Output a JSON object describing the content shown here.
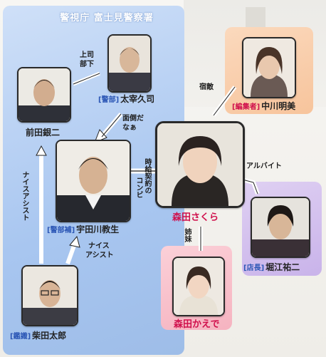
{
  "groups": {
    "police": "警視庁 富士見警察署"
  },
  "people": {
    "dazai": {
      "role": "[警部]",
      "name": "太宰久司"
    },
    "maeda": {
      "role": "",
      "name": "前田銀二"
    },
    "utagawa": {
      "role": "[警部補]",
      "name": "宇田川教生"
    },
    "shibata": {
      "role": "[鑑識]",
      "name": "柴田太郎"
    },
    "sakura": {
      "role": "",
      "name": "森田さくら"
    },
    "nakagawa": {
      "role": "[編集者]",
      "name": "中川明美"
    },
    "horie": {
      "role": "[店長]",
      "name": "堀江祐二"
    },
    "kaede": {
      "role": "",
      "name": "森田かえで"
    }
  },
  "relations": {
    "boss_sub_1": "上司",
    "boss_sub_2": "部下",
    "mendou": "面倒だなぁ",
    "nice_assist_vert": "ナイスアシスト",
    "nice_assist_1": "ナイス",
    "nice_assist_2": "アシスト",
    "jikyuu": "時給契約の",
    "conbi": "コンビ",
    "shukuteki": "宿敵",
    "arbeit": "アルバイト",
    "shimai": "姉妹"
  }
}
